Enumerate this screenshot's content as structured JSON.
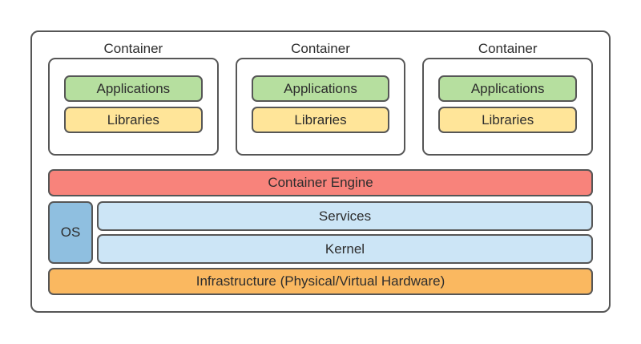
{
  "diagram": {
    "containers": [
      {
        "title": "Container",
        "layers": [
          "Applications",
          "Libraries"
        ]
      },
      {
        "title": "Container",
        "layers": [
          "Applications",
          "Libraries"
        ]
      },
      {
        "title": "Container",
        "layers": [
          "Applications",
          "Libraries"
        ]
      }
    ],
    "engine_label": "Container Engine",
    "os_label": "OS",
    "services_label": "Services",
    "kernel_label": "Kernel",
    "infrastructure_label": "Infrastructure (Physical/Virtual Hardware)",
    "colors": {
      "applications": "#b6df9f",
      "libraries": "#ffe599",
      "container_engine": "#f8837b",
      "os": "#8fbfe0",
      "services": "#cce5f6",
      "kernel": "#cce5f6",
      "infrastructure": "#fab860",
      "border": "#565656"
    }
  }
}
